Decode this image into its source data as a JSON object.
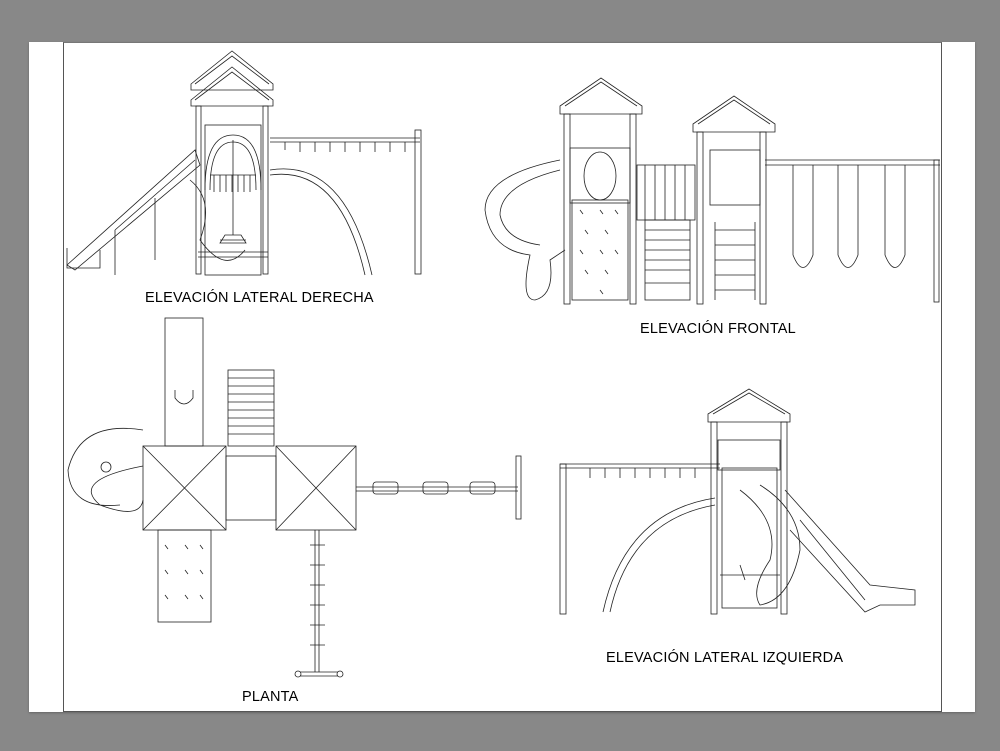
{
  "sheet": {
    "views": [
      {
        "id": "right",
        "label": "ELEVACIÓN LATERAL DERECHA"
      },
      {
        "id": "front",
        "label": "ELEVACIÓN FRONTAL"
      },
      {
        "id": "plan",
        "label": "PLANTA"
      },
      {
        "id": "left",
        "label": "ELEVACIÓN LATERAL IZQUIERDA"
      }
    ]
  }
}
